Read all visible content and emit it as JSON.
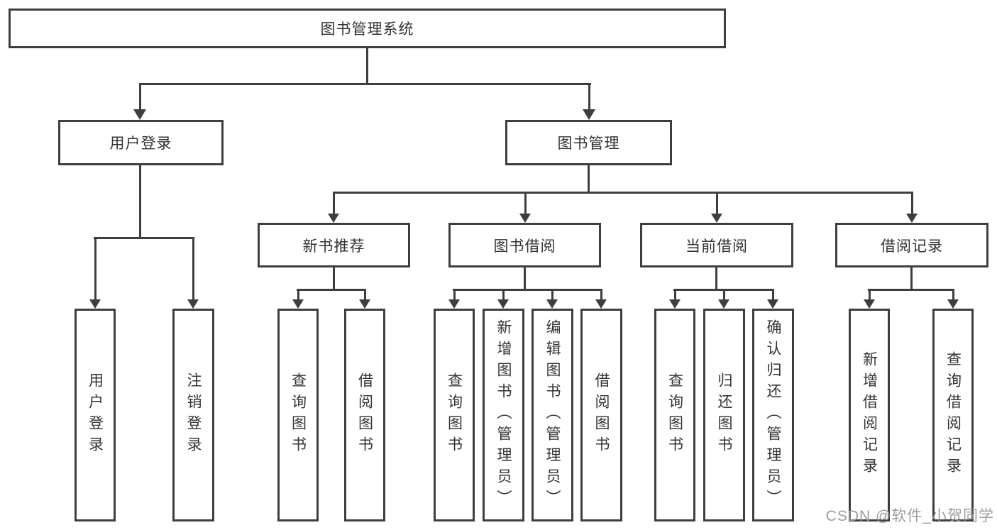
{
  "diagram": {
    "type": "functional-structure-tree",
    "colors": {
      "line": "#3e3e3e",
      "box_border": "#3e3e3e",
      "text": "#333333",
      "background": "#ffffff",
      "watermark": "#9c9c9c"
    },
    "tree": {
      "root": {
        "label": "图书管理系统",
        "children": [
          {
            "label": "用户登录",
            "children": [
              {
                "label": "用户登录"
              },
              {
                "label": "注销登录"
              }
            ]
          },
          {
            "label": "图书管理",
            "children": [
              {
                "label": "新书推荐",
                "children": [
                  {
                    "label": "查询图书"
                  },
                  {
                    "label": "借阅图书"
                  }
                ]
              },
              {
                "label": "图书借阅",
                "children": [
                  {
                    "label": "查询图书"
                  },
                  {
                    "label": "新增图书（管理员）"
                  },
                  {
                    "label": "编辑图书（管理员）"
                  },
                  {
                    "label": "借阅图书"
                  }
                ]
              },
              {
                "label": "当前借阅",
                "children": [
                  {
                    "label": "查询图书"
                  },
                  {
                    "label": "归还图书"
                  },
                  {
                    "label": "确认归还（管理员）"
                  }
                ]
              },
              {
                "label": "借阅记录",
                "children": [
                  {
                    "label": "新增借阅记录"
                  },
                  {
                    "label": "查询借阅记录"
                  }
                ]
              }
            ]
          }
        ]
      }
    }
  },
  "watermark": {
    "text": "CSDN @软件_小贺同学"
  }
}
